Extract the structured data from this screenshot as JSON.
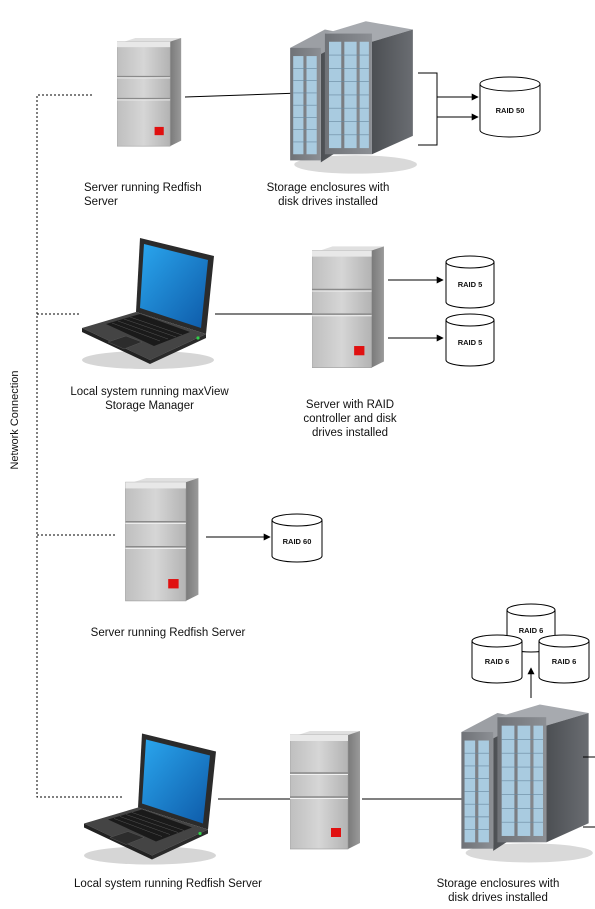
{
  "network_label": "Network Connection",
  "labels": {
    "server1": [
      "Server running Redfish",
      "Server"
    ],
    "storage1": [
      "Storage enclosures with",
      "disk drives installed"
    ],
    "laptop1": [
      "Local system running maxView",
      "Storage Manager"
    ],
    "raid_server": [
      "Server with RAID",
      "controller and disk",
      "drives installed"
    ],
    "server3": "Server running Redfish Server",
    "laptop2": "Local system running Redfish Server",
    "storage2": [
      "Storage enclosures with",
      "disk drives installed"
    ]
  },
  "disks": {
    "raid50": "RAID 50",
    "raid5_a": "RAID 5",
    "raid5_b": "RAID 5",
    "raid60": "RAID 60",
    "raid6_top": "RAID 6",
    "raid6_left": "RAID 6",
    "raid6_right": "RAID 6"
  },
  "colors": {
    "server_body": "#c8c8c8",
    "server_dark": "#8a8a8a",
    "power_led": "#e01010",
    "enclosure": "#7d7f83",
    "drive_bay": "#9fc3d6",
    "laptop_screen": "#1e8fd8",
    "laptop_body": "#3a3a3a"
  }
}
